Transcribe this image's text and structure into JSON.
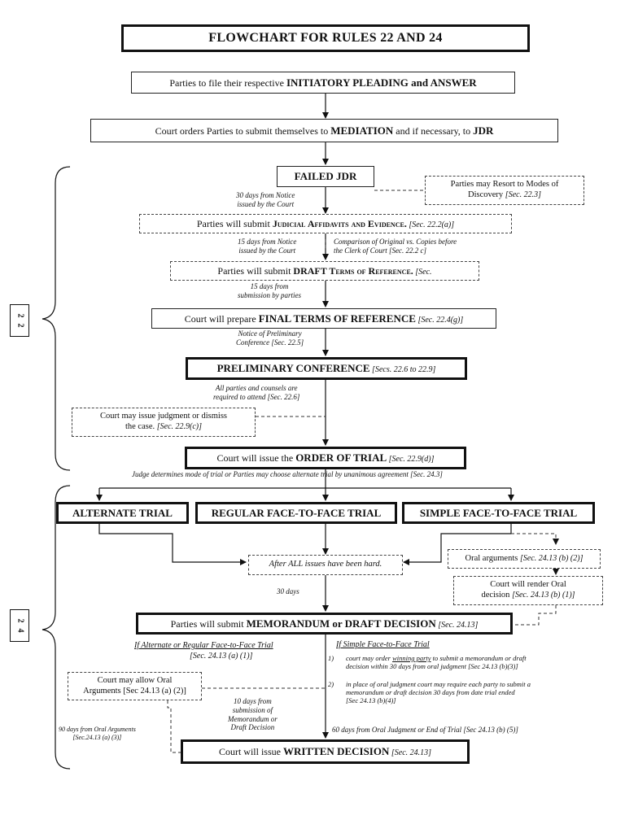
{
  "title": "FLOWCHART FOR RULES 22 AND 24",
  "rule_labels": {
    "r22_a": "2",
    "r22_b": "2",
    "r24_a": "2",
    "r24_b": "4"
  },
  "boxes": {
    "initiatory": {
      "pre": "Parties to file their respective ",
      "strong": "INITIATORY PLEADING and ANSWER"
    },
    "mediation": {
      "pre": "Court orders Parties to submit themselves to ",
      "strong": "MEDIATION",
      "mid": " and if necessary, to ",
      "strong2": "JDR"
    },
    "failed_jdr": "FAILED JDR",
    "discovery": {
      "line1": "Parties may Resort to Modes of",
      "line2": "Discovery ",
      "ref": "[Sec. 22.3]"
    },
    "affidavits": {
      "pre": "Parties will submit ",
      "strong": "Judicial Affidavits and Evidence.",
      "ref": " [Sec. 22.2(a)]"
    },
    "draft_terms": {
      "pre": "Parties will submit ",
      "strong": "DRAFT Terms of Reference.",
      "ref": " [Sec."
    },
    "final_terms": {
      "pre": "Court will prepare ",
      "strong": "FINAL TERMS OF REFERENCE",
      "ref": " [Sec. 22.4(g)]"
    },
    "pretrial": {
      "strong": "PRELIMINARY CONFERENCE",
      "ref": " [Secs. 22.6 to 22.9]"
    },
    "dismiss": {
      "line1": "Court may issue judgment or dismiss",
      "line2": "the case. ",
      "ref": "[Sec. 22.9(c)]"
    },
    "order_trial": {
      "pre": "Court will issue the ",
      "strong": "ORDER OF TRIAL",
      "ref": " [Sec. 22.9(d)]"
    },
    "alternate": "ALTERNATE TRIAL",
    "regular": "REGULAR FACE-TO-FACE TRIAL",
    "simple": "SIMPLE FACE-TO-FACE TRIAL",
    "after_issues": "After ALL issues have been hard.",
    "oral_args": {
      "pre": "Oral arguments ",
      "ref": "[Sec. 24.13 (b) (2)]"
    },
    "render_oral": {
      "line1": "Court will render Oral",
      "line2": "decision ",
      "ref": "[Sec. 24.13 (b) (1)]"
    },
    "memorandum": {
      "pre": "Parties will submit ",
      "strong": "MEMORANDUM or DRAFT DECISION",
      "ref": " [Sec. 24.13]"
    },
    "allow_oral": {
      "line1": "Court may allow Oral",
      "line2": "Arguments [Sec 24.13 (a) (2)]"
    },
    "written": {
      "pre": "Court will issue ",
      "strong": "WRITTEN DECISION",
      "ref": " [Sec. 24.13]"
    }
  },
  "labels": {
    "l30_notice": "30 days from Notice\nissued by the Court",
    "l15_notice": "15 days from Notice\nissued by the Court",
    "comparison": "Comparison of Original vs. Copies before\nthe Clerk of Court [Sec. 22.2 c]",
    "l15_submission": "15 days from\nsubmission by parties",
    "notice_prelim": "Notice of Preliminary\nConference [Sec. 22.5]",
    "all_parties": "All parties and counsels are\nrequired to attend [Sec. 22.6]",
    "judge_determines": "Judge determines mode of trial or Parties may choose alternate trial by unanimous agreement [Sec. 24.3]",
    "l30_days": "30 days",
    "if_alternate": "If Alternate or Regular Face-to-Face Trial",
    "if_alternate_ref": "[Sec. 24.13 (a) (1)]",
    "if_simple": "If Simple Face-to-Face Trial",
    "simple_1_num": "1)",
    "simple_1a": "court may order ",
    "simple_1b": "winning party",
    "simple_1c": " to submit a memorandum or draft\ndecision within 30 days from oral judgment [Sec 24.13 (b)(3)]",
    "simple_2_num": "2)",
    "simple_2": "in place of oral judgment court may require each party to submit a\nmemorandum or draft decision 30 days from date trial ended\n[Sec 24.13 (b)(4)]",
    "l10_days": "10 days from\nsubmission of\nMemorandum or\nDraft Decision",
    "l90_days": "90 days from Oral Arguments\n[Sec.24.13 (a) (3)]",
    "l60_days": "60 days from Oral Judgment or End of Trial [Sec 24.13 (b) (5)]"
  }
}
